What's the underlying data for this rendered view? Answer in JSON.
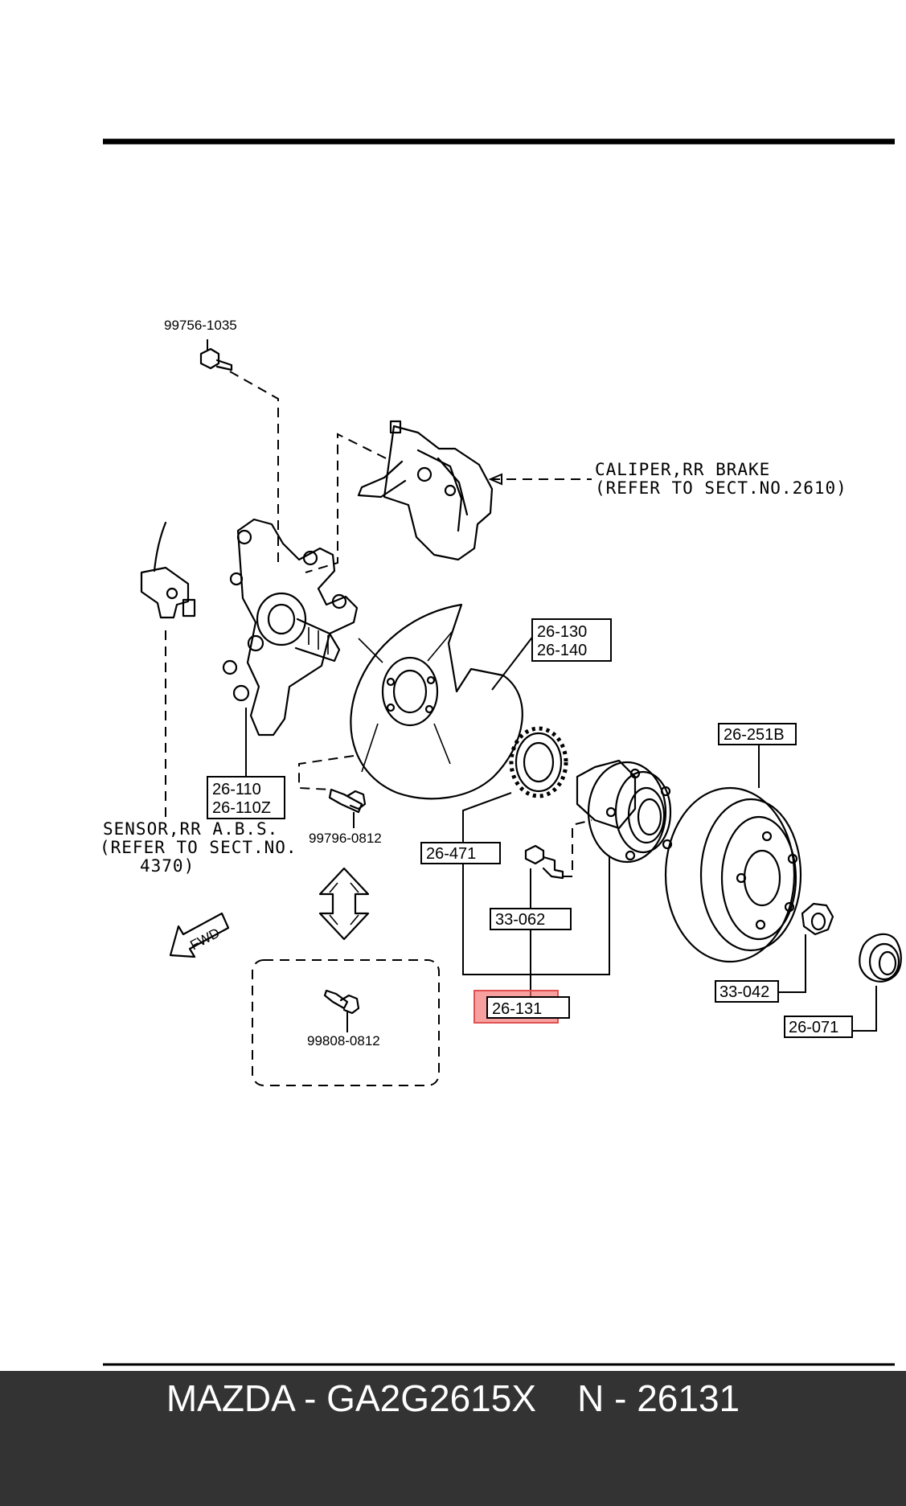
{
  "diagram": {
    "labels": {
      "bolt_top": "99756-1035",
      "caliper_line1": "CALIPER,RR BRAKE",
      "caliper_line2": "(REFER TO SECT.NO.2610)",
      "shield_a": "26-130",
      "shield_b": "26-140",
      "disc": "26-251B",
      "knuckle_a": "26-110",
      "knuckle_b": "26-110Z",
      "sensor_line1": "SENSOR,RR A.B.S.",
      "sensor_line2": "(REFER TO SECT.NO.",
      "sensor_line3": "4370)",
      "bolt_shield": "99796-0812",
      "ring": "26-471",
      "hub_bolt": "33-062",
      "hub_assy": "26-131",
      "nut": "33-042",
      "cap": "26-071",
      "bolt_alt": "99808-0812",
      "fwd": "FWD"
    },
    "highlight_color": "#f26d6d"
  },
  "footer": {
    "text": "MAZDA - GA2G2615X    N - 26131"
  }
}
